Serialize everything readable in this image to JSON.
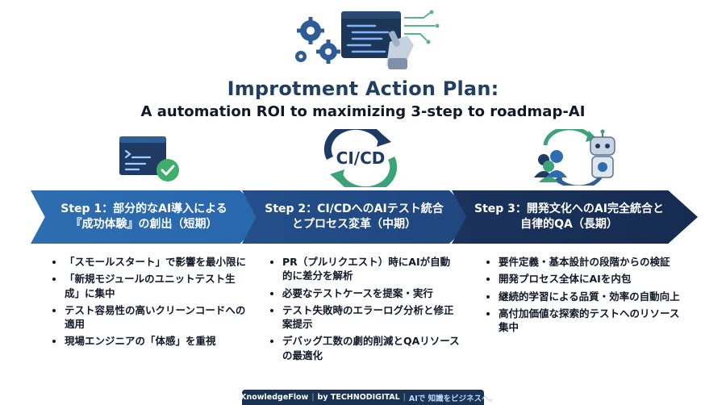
{
  "header": {
    "title": "Improtment Action Plan:",
    "subtitle": "A automation ROI to maximizing 3-step to  roadmap-AI"
  },
  "icons": {
    "top": "gears-code-robot-hand-icon",
    "step1": "code-window-check-icon",
    "step2": "ci-cd-loop-icon",
    "step3": "team-robot-cycle-icon"
  },
  "steps": [
    {
      "label": "Step 1：部分的なAI導入による『成功体験』の創出（短期）",
      "items": [
        "「スモールスタート」で影響を最小限に",
        "「新規モジュールのユニットテスト生成」に集中",
        "テスト容易性の高いクリーンコードへの適用",
        "現場エンジニアの「体感」を重視"
      ]
    },
    {
      "label": "Step 2：CI/CDへのAIテスト統合とプロセス変革（中期）",
      "items": [
        "PR（プルリクエスト）時にAIが自動的に差分を解析",
        "必要なテストケースを提案・実行",
        "テスト失敗時のエラーログ分析と修正案提示",
        "デバッグ工数の劇的削減とQAリソースの最適化"
      ]
    },
    {
      "label": "Step 3：開発文化へのAI完全統合と自律的QA（長期）",
      "items": [
        "要件定義・基本設計の段階からの検証",
        "開発プロセス全体にAIを内包",
        "継続的学習による品質・効率の自動向上",
        "高付加価値な探索的テストへのリソース集中"
      ]
    }
  ],
  "cicd_label": "CI/CD",
  "footer": {
    "brand": "AI KnowledgeFlow",
    "by": "by TECHNODIGITAL",
    "tagline": "AIで 知識をビジネスへ。"
  },
  "colors": {
    "step1": "#2f6db1",
    "step2": "#244f8a",
    "step3": "#1b335c",
    "title": "#1f3f66",
    "footer_bg": "#1a3352"
  }
}
